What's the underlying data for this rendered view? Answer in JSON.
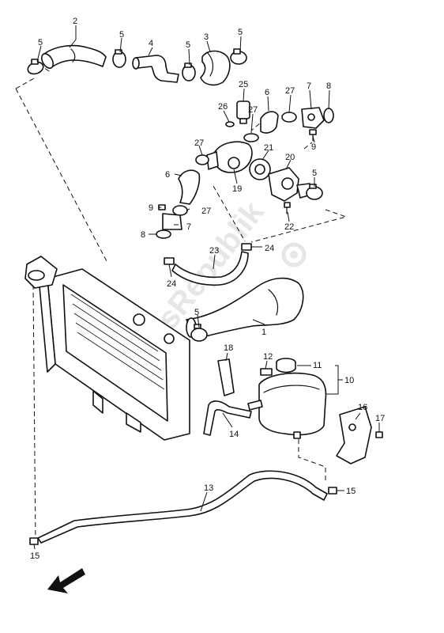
{
  "watermark": "PartsRepublik",
  "callouts": {
    "c1": "1",
    "c2": "2",
    "c3": "3",
    "c4": "4",
    "c5a": "5",
    "c5b": "5",
    "c5c": "5",
    "c5d": "5",
    "c5e": "5",
    "c6a": "6",
    "c6b": "6",
    "c7a": "7",
    "c7b": "7",
    "c8a": "8",
    "c8b": "8",
    "c9a": "9",
    "c9b": "9",
    "c10": "10",
    "c11": "11",
    "c12": "12",
    "c13": "13",
    "c14": "14",
    "c15a": "15",
    "c15b": "15",
    "c16": "16",
    "c17": "17",
    "c18": "18",
    "c19": "19",
    "c20": "20",
    "c21": "21",
    "c22": "22",
    "c23": "23",
    "c24a": "24",
    "c24b": "24",
    "c25": "25",
    "c26": "26",
    "c27a": "27",
    "c27b": "27",
    "c27c": "27",
    "c27d": "27"
  },
  "icons": {
    "front_arrow": "front-direction-arrow-icon"
  }
}
